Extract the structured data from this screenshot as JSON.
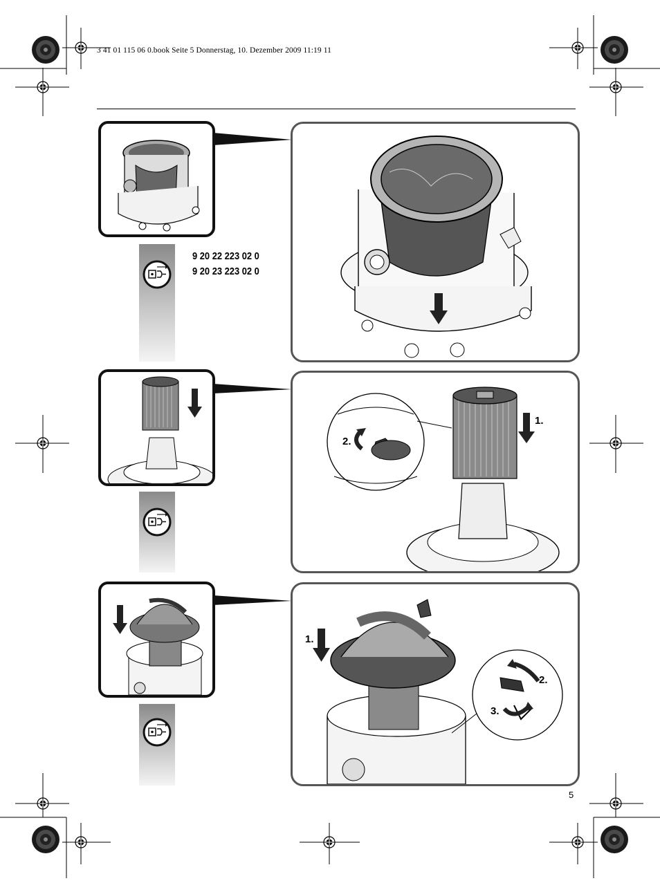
{
  "header": {
    "print_info": "3 41 01 115 06 0.book  Seite 5  Donnerstag, 10. Dezember 2009  11:19 11"
  },
  "section1": {
    "part_numbers": [
      "9 20 22 223 02 0",
      "9 20 23 223 02 0"
    ]
  },
  "section2": {
    "step_labels": [
      "1.",
      "2."
    ]
  },
  "section3": {
    "step_labels": [
      "1.",
      "2.",
      "3."
    ]
  },
  "footer": {
    "page_number": "5"
  },
  "icons": {
    "unplug_icon": "unplug-before-servicing-icon",
    "registration_mark": "crosshair-registration-mark",
    "color_target": "color-calibration-target"
  },
  "colors": {
    "frame": "#111111",
    "panel_border": "#555555",
    "strip_top": "#8a8a8a",
    "strip_bottom": "#f4f4f4"
  }
}
